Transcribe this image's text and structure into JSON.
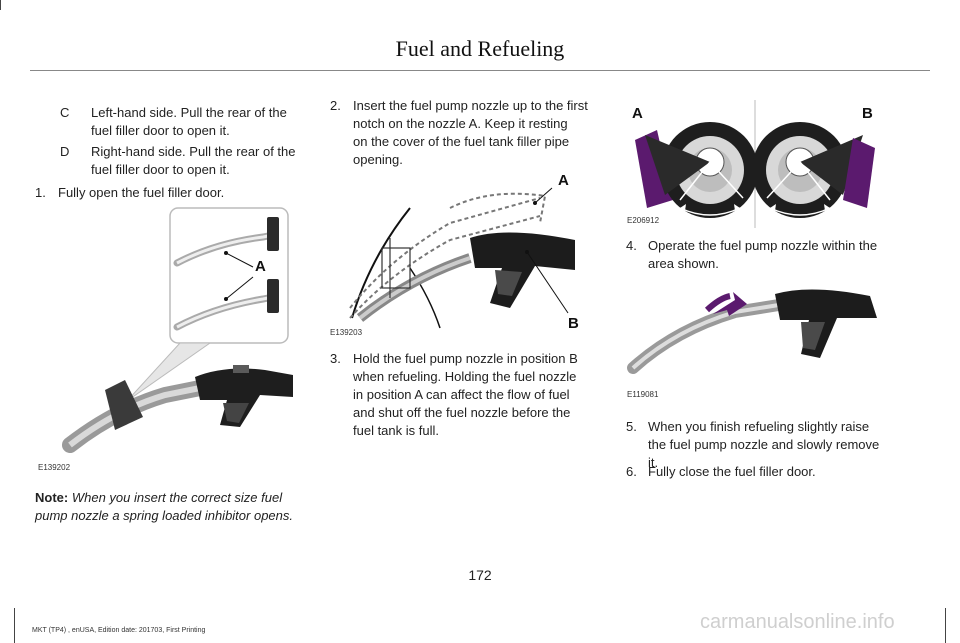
{
  "header": {
    "title": "Fuel and Refueling"
  },
  "col1": {
    "item_c": {
      "key": "C",
      "text_line1": "Left-hand side. Pull the rear of the",
      "text_line2": "fuel filler door to open it."
    },
    "item_d": {
      "key": "D",
      "text_line1": "Right-hand side. Pull the rear of the",
      "text_line2": "fuel filler door to open it."
    },
    "step1": {
      "num": "1.",
      "text": "Fully open the fuel filler door."
    },
    "figure": {
      "code": "E139202",
      "callout": "A"
    },
    "note": {
      "label": "Note:",
      "line1": "When you insert the correct size fuel",
      "line2": "pump nozzle a spring loaded inhibitor opens."
    }
  },
  "col2": {
    "step2": {
      "num": "2.",
      "line1": "Insert the fuel pump nozzle up to the first",
      "line2": "notch on the nozzle A.  Keep it resting",
      "line3": "on the cover of the fuel tank filler pipe",
      "line4": "opening."
    },
    "figure": {
      "code": "E139203",
      "callout_a": "A",
      "callout_b": "B"
    },
    "step3": {
      "num": "3.",
      "line1": "Hold the fuel pump nozzle in position B",
      "line2": "when refueling.  Holding the fuel nozzle",
      "line3": "in position A can affect the flow of fuel",
      "line4": "and shut off the fuel nozzle before the",
      "line5": "fuel tank is full."
    }
  },
  "col3": {
    "figure1": {
      "code": "E206912",
      "callout_a": "A",
      "callout_b": "B"
    },
    "step4": {
      "num": "4.",
      "line1": "Operate the fuel pump nozzle within the",
      "line2": "area shown."
    },
    "figure2": {
      "code": "E119081"
    },
    "step5": {
      "num": "5.",
      "line1": "When you finish refueling slightly raise",
      "line2": "the fuel pump nozzle and slowly remove",
      "line3": "it."
    },
    "step6": {
      "num": "6.",
      "text": "Fully close the fuel filler door."
    }
  },
  "page_number": "172",
  "footer": "MKT (TP4) , enUSA, Edition date: 201703, First Printing",
  "watermark": "carmanualsonline.info",
  "colors": {
    "accent_purple": "#5b1a6e",
    "ink": "#222222"
  }
}
